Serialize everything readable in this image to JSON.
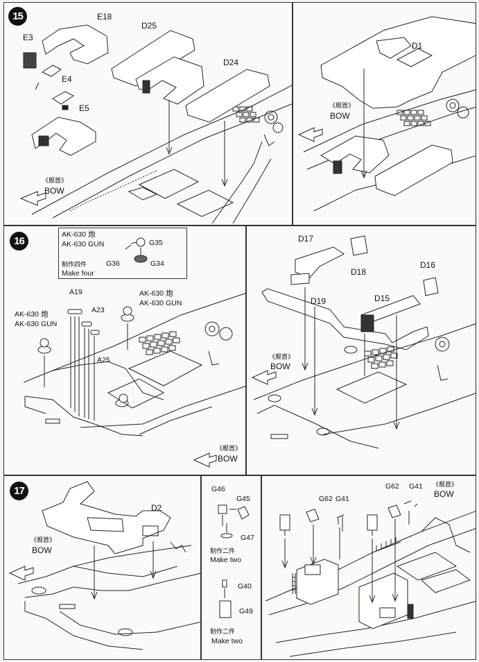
{
  "steps": [
    {
      "number": "15",
      "labels": {
        "e3": "E3",
        "e4": "E4",
        "e5": "E5",
        "e18": "E18",
        "d25": "D25",
        "d24": "D24",
        "d1": "D1",
        "bow_cn_left": "《舰首》",
        "bow_left": "BOW",
        "bow_cn_right": "《舰首》",
        "bow_right": "BOW"
      }
    },
    {
      "number": "16",
      "callout": {
        "title_line1": "AK-630 炮",
        "title_line2": "AK-630 GUN",
        "g35": "G35",
        "g36": "G36",
        "g34": "G34",
        "note_cn": "制作四件",
        "note_en": "Make four"
      },
      "labels": {
        "a19": "A19",
        "a23": "A23",
        "a25": "A25",
        "gun_left_line1": "AK-630 炮",
        "gun_left_line2": "AK-630 GUN",
        "gun_mid_line1": "AK-630 炮",
        "gun_mid_line2": "AK-630 GUN",
        "d17": "D17",
        "d18": "D18",
        "d19": "D19",
        "d15": "D15",
        "d16": "D16",
        "bow_cn_mid": "《舰首》",
        "bow_mid": "BOW",
        "bow_cn_right": "《舰首》",
        "bow_right": "BOW"
      }
    },
    {
      "number": "17",
      "labels": {
        "d2": "D2",
        "bow_cn_left": "《舰首》",
        "bow_left": "BOW",
        "g46": "G46",
        "g45": "G45",
        "g47": "G47",
        "make_two_cn_1": "制作二件",
        "make_two_1": "Make two",
        "g40": "G40",
        "g49": "G49",
        "make_two_cn_2": "制作二件",
        "make_two_2": "Make two",
        "g62a": "G62",
        "g41a": "G41",
        "g62b": "G62",
        "g41b": "G41",
        "bow_cn_right": "《舰首》",
        "bow_right": "BOW"
      }
    }
  ]
}
